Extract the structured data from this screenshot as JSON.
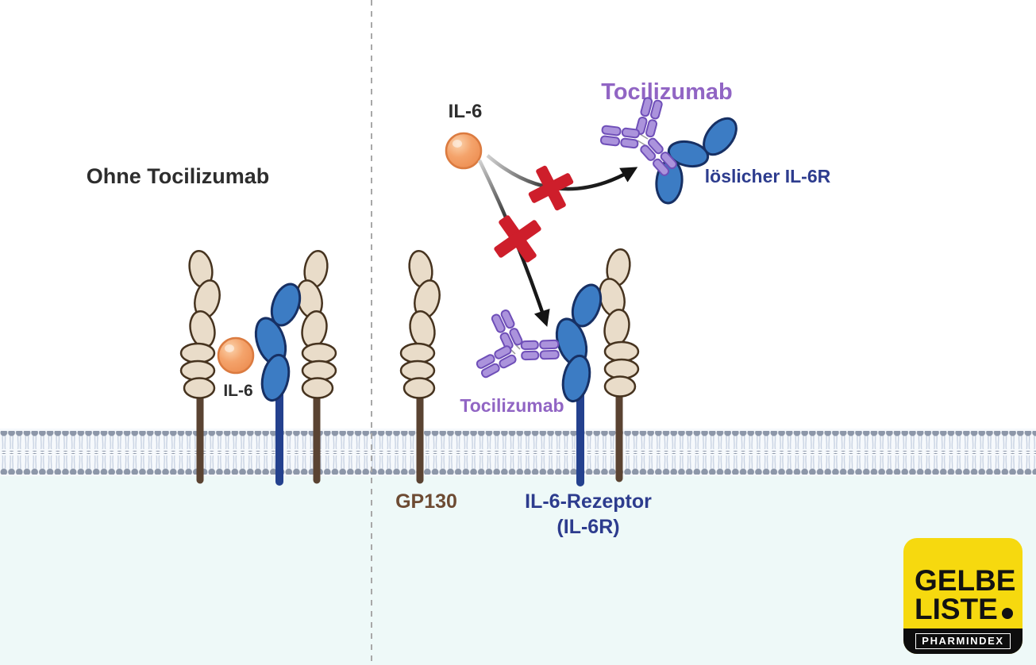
{
  "left_panel": {
    "title": "Ohne Tocilizumab",
    "il6_label": "IL-6"
  },
  "right_panel": {
    "il6_label": "IL-6",
    "free_antibody_title": "Tocilizumab",
    "soluble_receptor_label": "löslicher IL-6R",
    "bound_antibody_label": "Tocilizumab",
    "gp130_label": "GP130",
    "receptor_label_line1": "IL-6-Rezeptor",
    "receptor_label_line2": "(IL-6R)"
  },
  "logo": {
    "word1": "GELBE",
    "word2": "LISTE",
    "tagline": "PHARMINDEX"
  },
  "colors": {
    "background_top": "#ffffff",
    "background_below_membrane": "#eef9f8",
    "membrane_head_gray": "#8d97a9",
    "membrane_tail_blue": "#c8d2e2",
    "gp130_fill_beige": "#e9dcc9",
    "gp130_outline_brown": "#46331f",
    "gp130_stem_brown": "#5a4332",
    "il6r_fill_blue": "#3c7cc4",
    "il6r_outline_navy": "#173064",
    "il6r_stem_navy": "#24418e",
    "il6_ball_orange": "#f09a62",
    "antibody_fill_purple": "#ab93dc",
    "antibody_outline_purple": "#6f4fb8",
    "blocked_x_red": "#ce1e2b",
    "arrow_black": "#141414",
    "text_dark": "#2d2d2d",
    "text_purple": "#9165c4",
    "text_navy": "#2d3c8e",
    "text_brown": "#6d4b33",
    "logo_yellow": "#f6d90f",
    "logo_black": "#0d0d0d",
    "divider_gray": "#a8a8a8"
  }
}
